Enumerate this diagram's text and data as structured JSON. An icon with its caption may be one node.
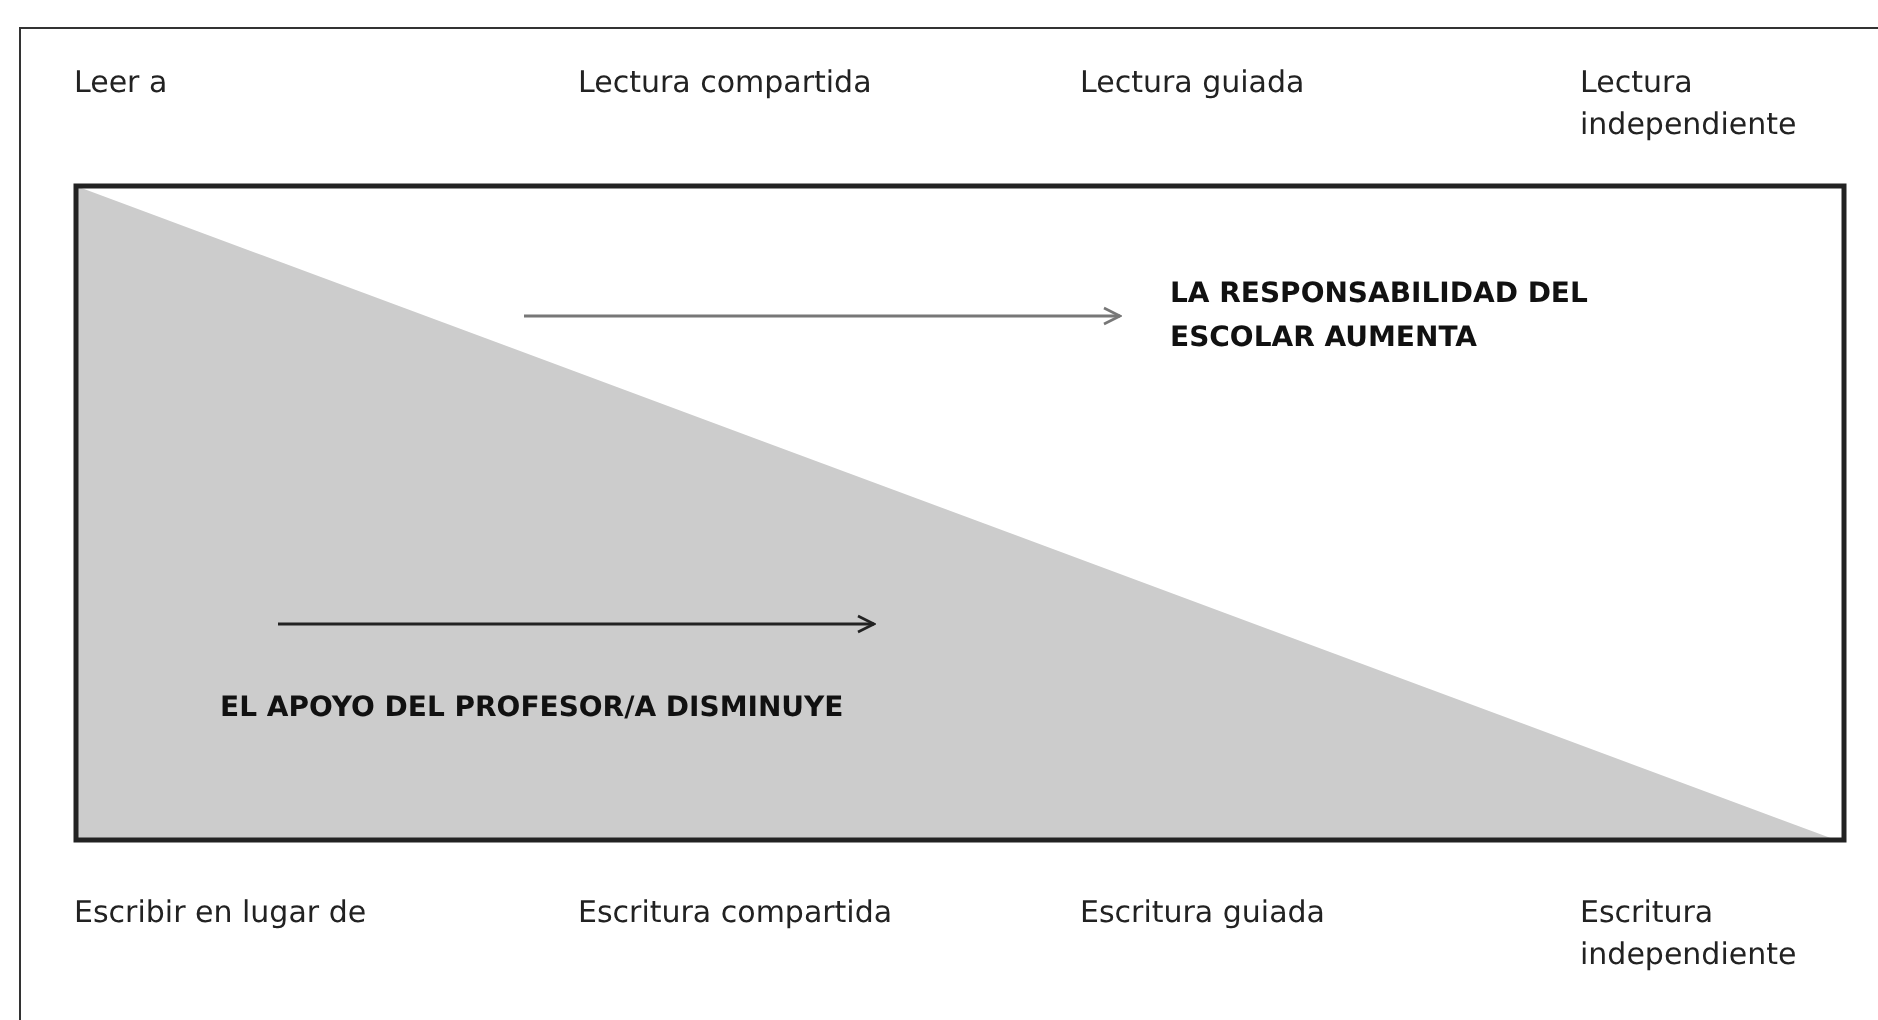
{
  "diagram": {
    "labels": [
      "Leer a",
      "Lectura compartida",
      "Lectura guiada",
      "Lectura independiente",
      "LA RESPONSABILIDAD DEL ESCOLAR AUMENTA",
      "EL APOYO DEL PROFESOR/A DISMINUYE",
      "Escribir en lugar de",
      "Escritura compartida",
      "Escritura guiada",
      "Escritura independiente"
    ]
  }
}
